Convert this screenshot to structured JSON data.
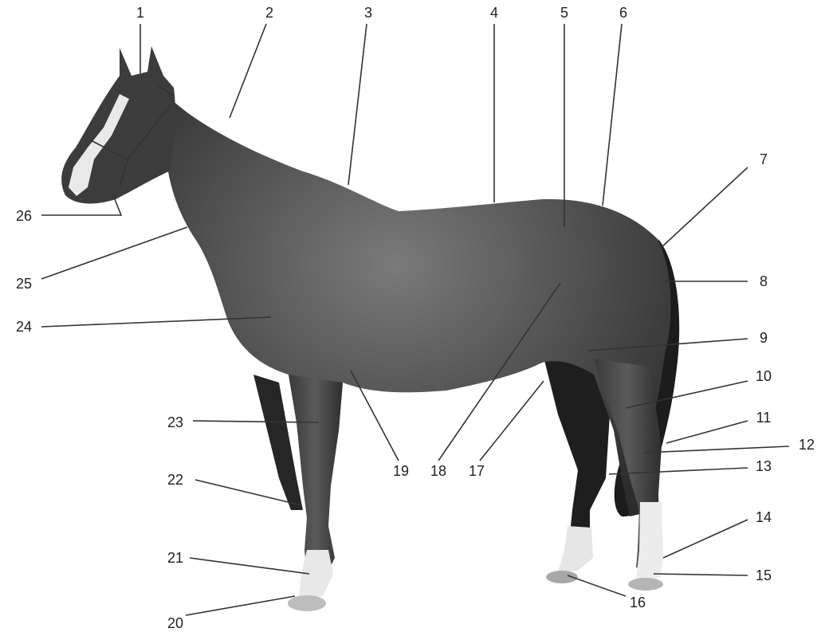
{
  "figure": {
    "image": "horse-anatomy-photo",
    "labels": [
      "1",
      "2",
      "3",
      "4",
      "5",
      "6",
      "7",
      "8",
      "9",
      "10",
      "11",
      "12",
      "13",
      "14",
      "15",
      "16",
      "17",
      "18",
      "19",
      "20",
      "21",
      "22",
      "23",
      "24",
      "25",
      "26"
    ]
  }
}
